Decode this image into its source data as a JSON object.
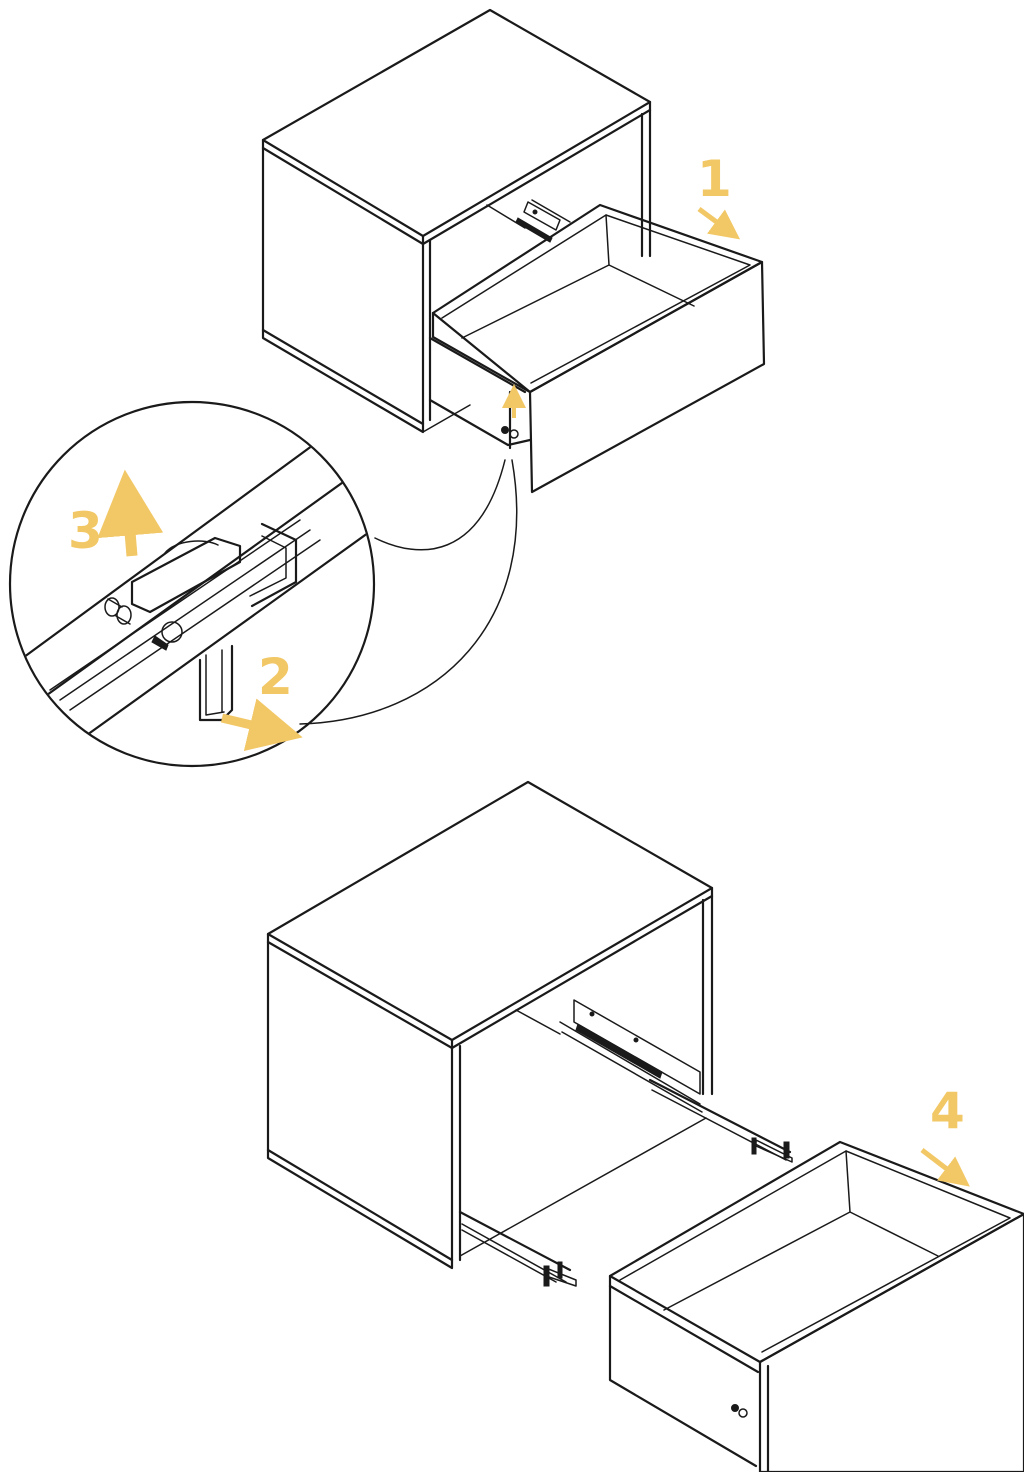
{
  "colors": {
    "line": "#1a1a1a",
    "accent": "#f2c766",
    "background": "#ffffff"
  },
  "steps": [
    {
      "number": "1",
      "action": "pull-drawer-out"
    },
    {
      "number": "2",
      "action": "press-lever-out"
    },
    {
      "number": "3",
      "action": "lift-drawer-up"
    },
    {
      "number": "4",
      "action": "remove-drawer"
    }
  ]
}
